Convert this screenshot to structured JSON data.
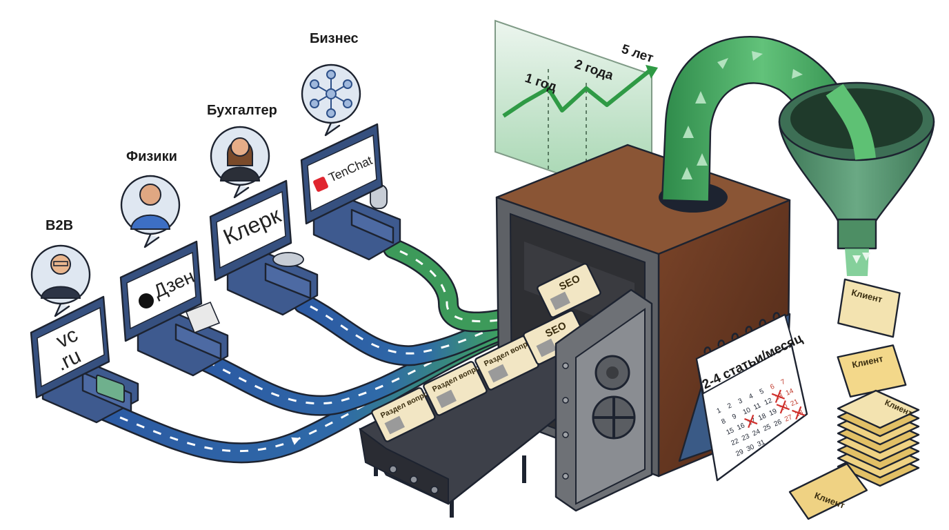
{
  "audiences": [
    {
      "label": "B2B",
      "avatar": "businessman-avatar"
    },
    {
      "label": "Физики",
      "avatar": "person-avatar"
    },
    {
      "label": "Бухгалтер",
      "avatar": "woman-avatar"
    },
    {
      "label": "Бизнес",
      "avatar": "network-avatar"
    }
  ],
  "platforms": [
    {
      "name_line1": "vc",
      "name_line2": ".ru"
    },
    {
      "name": "Дзен"
    },
    {
      "name": "Клерк"
    },
    {
      "name": "TenChat"
    }
  ],
  "growth_chart": {
    "labels": [
      "1 год",
      "2 года",
      "5 лет"
    ]
  },
  "conveyor_items": [
    "Раздел вопрос-ответ",
    "Раздел вопрос-ответ",
    "Раздел вопрос-ответ",
    "SEO",
    "SEO"
  ],
  "calendar": {
    "title": "2-4 статьи/месяц",
    "days": [
      "1",
      "2",
      "3",
      "4",
      "5",
      "6",
      "7",
      "8",
      "9",
      "10",
      "11",
      "12",
      "13",
      "14",
      "15",
      "16",
      "17",
      "18",
      "19",
      "20",
      "21",
      "22",
      "23",
      "24",
      "25",
      "26",
      "27",
      "28",
      "29",
      "30",
      "31"
    ],
    "marked_days": [
      "13",
      "17",
      "20",
      "28"
    ]
  },
  "client_label": "Клиент",
  "colors": {
    "stream_blue": "#2f5fa8",
    "stream_green": "#3fa45b",
    "safe_wood": "#6b3a22",
    "safe_metal": "#7a7d82",
    "funnel": "#4c8a62",
    "paper": "#f3e3b0"
  }
}
